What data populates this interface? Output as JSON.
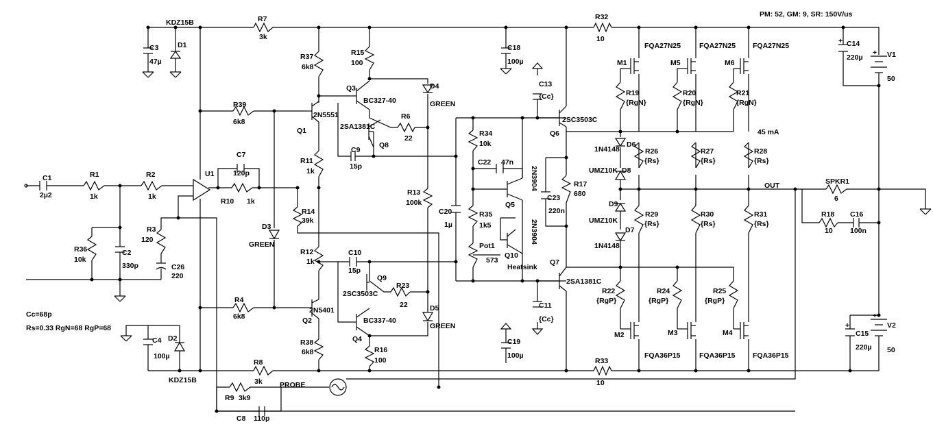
{
  "header_note": "PM: 52, GM: 9, SR: 150V/us",
  "params": {
    "cc": "Cc=68p",
    "rs_line": "Rs=0.33 RgN=68 RgP=68"
  },
  "opamp": "U1",
  "net_labels": {
    "probe": "PROBE",
    "out": "OUT",
    "bias_current": "45 mA",
    "heatsink": "Heatsink"
  },
  "components": {
    "C1": {
      "ref": "C1",
      "value": "2µ2"
    },
    "R1": {
      "ref": "R1",
      "value": "1k"
    },
    "R2": {
      "ref": "R2",
      "value": "1k"
    },
    "R36": {
      "ref": "R36",
      "value": "10k"
    },
    "C2": {
      "ref": "C2",
      "value": "330p"
    },
    "R3": {
      "ref": "R3",
      "value": "120"
    },
    "C26": {
      "ref": "C26",
      "value": "220"
    },
    "C3": {
      "ref": "C3",
      "value": "47µ"
    },
    "D1": {
      "ref": "D1",
      "value": "KDZ15B"
    },
    "R7": {
      "ref": "R7",
      "value": "3k"
    },
    "C7": {
      "ref": "C7",
      "value": "120p"
    },
    "R10": {
      "ref": "R10",
      "value": "1k"
    },
    "R39": {
      "ref": "R39",
      "value": "6k8"
    },
    "R4": {
      "ref": "R4",
      "value": "6k8"
    },
    "D3": {
      "ref": "D3",
      "value": "GREEN"
    },
    "R14": {
      "ref": "R14",
      "value": "39k"
    },
    "Q1": {
      "ref": "Q1",
      "value": "2N5551"
    },
    "Q2": {
      "ref": "Q2",
      "value": "2N5401"
    },
    "R37": {
      "ref": "R37",
      "value": "6k8"
    },
    "R11": {
      "ref": "R11",
      "value": "1k"
    },
    "R12": {
      "ref": "R12",
      "value": "1k"
    },
    "R38": {
      "ref": "R38",
      "value": "6k8"
    },
    "C4": {
      "ref": "C4",
      "value": "100µ"
    },
    "D2": {
      "ref": "D2",
      "value": "KDZ15B"
    },
    "R8": {
      "ref": "R8",
      "value": "3k"
    },
    "R9": {
      "ref": "R9",
      "value": "3k9"
    },
    "C8": {
      "ref": "C8",
      "value": "110p"
    },
    "R15": {
      "ref": "R15",
      "value": "100"
    },
    "Q3": {
      "ref": "Q3",
      "value": "BC327-40"
    },
    "Q8": {
      "ref": "Q8",
      "value": "2SA1381C"
    },
    "R6": {
      "ref": "R6",
      "value": "22"
    },
    "C9": {
      "ref": "C9",
      "value": "15p"
    },
    "D4": {
      "ref": "D4",
      "value": "GREEN"
    },
    "R13": {
      "ref": "R13",
      "value": "100k"
    },
    "C10": {
      "ref": "C10",
      "value": "15p"
    },
    "Q9": {
      "ref": "Q9",
      "value": "2SC3503C"
    },
    "R23": {
      "ref": "R23",
      "value": "22"
    },
    "Q4": {
      "ref": "Q4",
      "value": "BC337-40"
    },
    "R16": {
      "ref": "R16",
      "value": "100"
    },
    "D5": {
      "ref": "D5",
      "value": "GREEN"
    },
    "C18": {
      "ref": "C18",
      "value": "100µ"
    },
    "C19": {
      "ref": "C19",
      "value": "100µ"
    },
    "C20": {
      "ref": "C20",
      "value": "1µ"
    },
    "R34": {
      "ref": "R34",
      "value": "10k"
    },
    "C22": {
      "ref": "C22",
      "value": "47n"
    },
    "Q5": {
      "ref": "Q5",
      "value": "2N3904"
    },
    "R35": {
      "ref": "R35",
      "value": "1k5"
    },
    "Pot1": {
      "ref": "Pot1",
      "value": "573"
    },
    "Q10": {
      "ref": "Q10",
      "value": "2N3904"
    },
    "C13": {
      "ref": "C13",
      "value": "{Cc}"
    },
    "C11": {
      "ref": "C11",
      "value": "{Cc}"
    },
    "Q6": {
      "ref": "Q6",
      "value": "2SC3503C"
    },
    "Q7": {
      "ref": "Q7",
      "value": "2SA1381C"
    },
    "C23": {
      "ref": "C23",
      "value": "220n"
    },
    "R17": {
      "ref": "R17",
      "value": "680"
    },
    "R32": {
      "ref": "R32",
      "value": "10"
    },
    "R33": {
      "ref": "R33",
      "value": "10"
    },
    "M1": {
      "ref": "M1",
      "value": "FQA27N25"
    },
    "M5": {
      "ref": "M5",
      "value": "FQA27N25"
    },
    "M6": {
      "ref": "M6",
      "value": "FQA27N25"
    },
    "R19": {
      "ref": "R19",
      "value": "{RgN}"
    },
    "R20": {
      "ref": "R20",
      "value": "{RgN}"
    },
    "R21": {
      "ref": "R21",
      "value": "{RgN}"
    },
    "D6": {
      "ref": "D6",
      "value": "1N4148"
    },
    "D8": {
      "ref": "D8",
      "value": "UMZ10K"
    },
    "D9": {
      "ref": "D9",
      "value": "UMZ10K"
    },
    "D7": {
      "ref": "D7",
      "value": "1N4148"
    },
    "R26": {
      "ref": "R26",
      "value": "{Rs}"
    },
    "R27": {
      "ref": "R27",
      "value": "{Rs}"
    },
    "R28": {
      "ref": "R28",
      "value": "{Rs}"
    },
    "R29": {
      "ref": "R29",
      "value": "{Rs}"
    },
    "R30": {
      "ref": "R30",
      "value": "{Rs}"
    },
    "R31": {
      "ref": "R31",
      "value": "{Rs}"
    },
    "R22": {
      "ref": "R22",
      "value": "{RgP}"
    },
    "R24": {
      "ref": "R24",
      "value": "{RgP}"
    },
    "R25": {
      "ref": "R25",
      "value": "{RgP}"
    },
    "M2": {
      "ref": "M2",
      "value": "FQA36P15"
    },
    "M3": {
      "ref": "M3",
      "value": "FQA36P15"
    },
    "M4": {
      "ref": "M4",
      "value": "FQA36P15"
    },
    "C14": {
      "ref": "C14",
      "value": "220µ"
    },
    "C15": {
      "ref": "C15",
      "value": "220µ"
    },
    "V1": {
      "ref": "V1",
      "value": "50"
    },
    "V2": {
      "ref": "V2",
      "value": "50"
    },
    "SPKR1": {
      "ref": "SPKR1",
      "value": "6"
    },
    "R18": {
      "ref": "R18",
      "value": "10"
    },
    "C16": {
      "ref": "C16",
      "value": "100n"
    }
  }
}
